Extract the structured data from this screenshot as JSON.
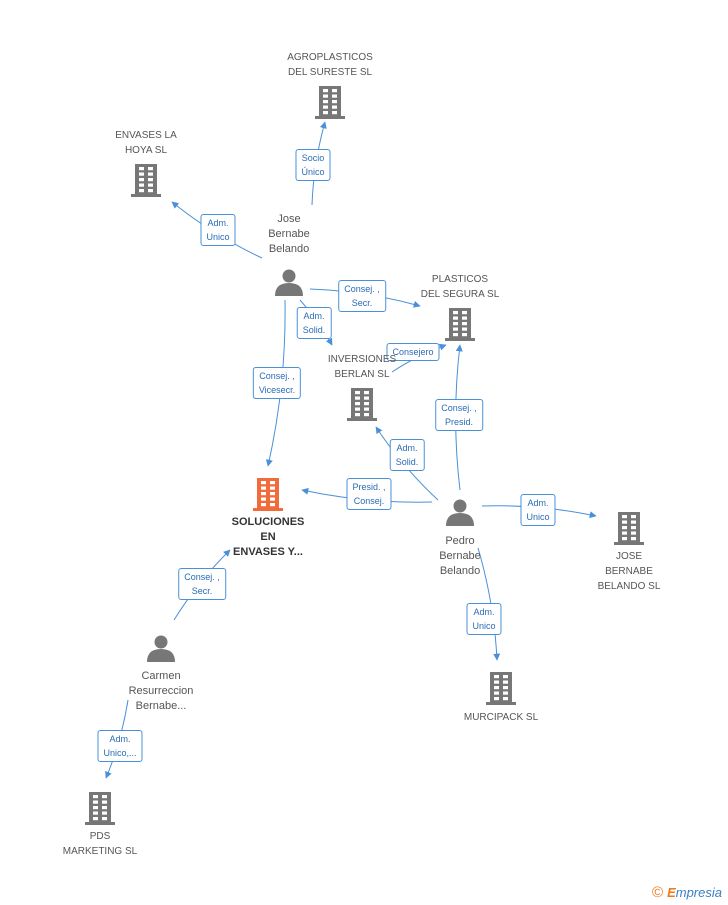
{
  "colors": {
    "edge": "#4a90d9",
    "building": "#777777",
    "focus": "#f26b3a",
    "person": "#777777"
  },
  "nodes": [
    {
      "id": "agroplasticos",
      "type": "company",
      "label": "AGROPLASTICOS\nDEL SURESTE SL"
    },
    {
      "id": "envases_hoya",
      "type": "company",
      "label": "ENVASES LA\nHOYA SL"
    },
    {
      "id": "jose",
      "type": "person",
      "label": "Jose\nBernabe\nBelando"
    },
    {
      "id": "plasticos_segura",
      "type": "company",
      "label": "PLASTICOS\nDEL SEGURA SL"
    },
    {
      "id": "inversiones_berlan",
      "type": "company",
      "label": "INVERSIONES\nBERLAN SL"
    },
    {
      "id": "soluciones",
      "type": "company",
      "focus": true,
      "label": "SOLUCIONES\nEN\nENVASES Y..."
    },
    {
      "id": "pedro",
      "type": "person",
      "label": "Pedro\nBernabe\nBelando"
    },
    {
      "id": "jose_sl",
      "type": "company",
      "label": "JOSE\nBERNABE\nBELANDO SL"
    },
    {
      "id": "murcipack",
      "type": "company",
      "label": "MURCIPACK SL"
    },
    {
      "id": "carmen",
      "type": "person",
      "label": "Carmen\nResurreccion\nBernabe..."
    },
    {
      "id": "pds",
      "type": "company",
      "label": "PDS\nMARKETING  SL"
    }
  ],
  "edges": [
    {
      "from": "jose",
      "to": "agroplasticos",
      "label": "Socio\nÚnico"
    },
    {
      "from": "jose",
      "to": "envases_hoya",
      "label": "Adm.\nUnico"
    },
    {
      "from": "jose",
      "to": "plasticos_segura",
      "label": "Consej. ,\nSecr."
    },
    {
      "from": "jose",
      "to": "inversiones_berlan",
      "label": "Adm.\nSolid."
    },
    {
      "from": "jose",
      "to": "soluciones",
      "label": "Consej. ,\nVicesecr."
    },
    {
      "from": "pedro",
      "to": "inversiones_berlan",
      "label": "Adm.\nSolid."
    },
    {
      "from": "pedro",
      "to": "plasticos_segura",
      "label": "Consej. ,\nPresid."
    },
    {
      "from": "pedro",
      "to": "soluciones",
      "label": "Presid. ,\nConsej."
    },
    {
      "from": "pedro",
      "to": "jose_sl",
      "label": "Adm.\nUnico"
    },
    {
      "from": "pedro",
      "to": "murcipack",
      "label": "Adm.\nUnico"
    },
    {
      "from": "carmen",
      "to": "soluciones",
      "label": "Consej. ,\nSecr."
    },
    {
      "from": "carmen",
      "to": "pds",
      "label": "Adm.\nUnico,..."
    },
    {
      "from": "inversiones_berlan",
      "to": "plasticos_segura",
      "label": "Consejero"
    }
  ],
  "brand": {
    "symbol": "©",
    "initial": "E",
    "rest": "mpresia"
  }
}
